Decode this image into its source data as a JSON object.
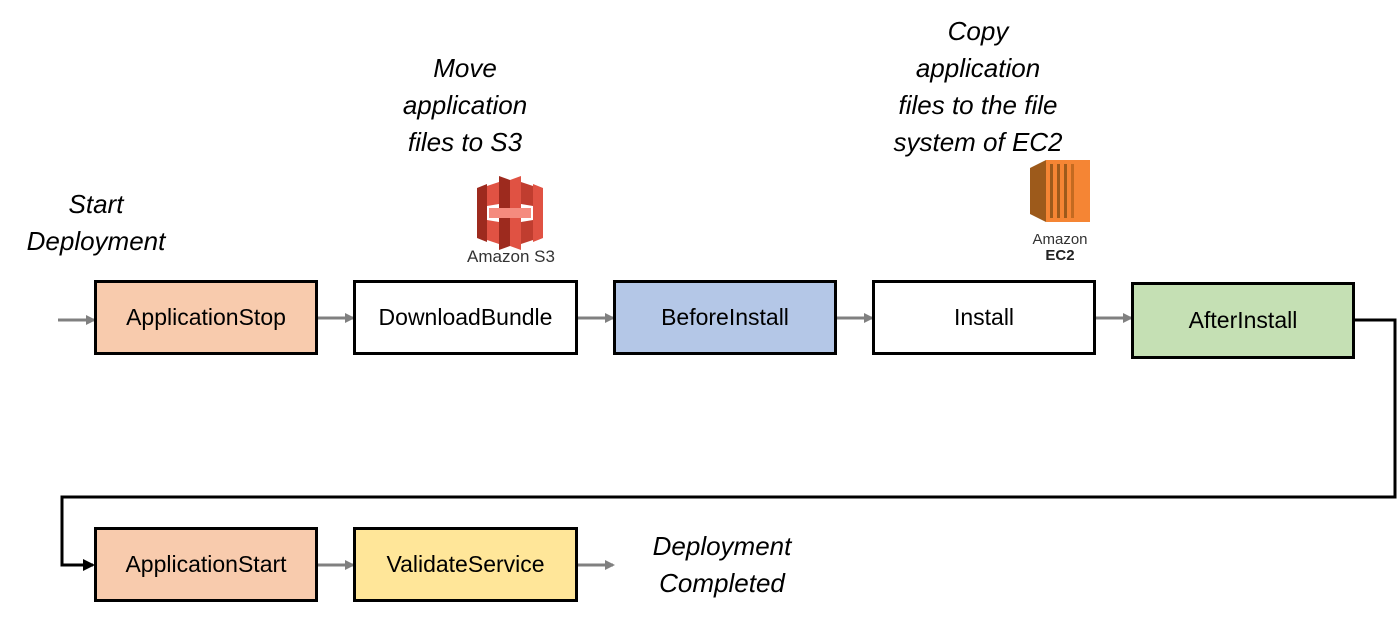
{
  "captions": {
    "start": [
      "Start",
      "Deployment"
    ],
    "move": [
      "Move",
      "application",
      "files to S3"
    ],
    "copy": [
      "Copy",
      "application",
      "files to the file",
      "system of EC2"
    ],
    "completed": [
      "Deployment",
      "Completed"
    ]
  },
  "stages": {
    "application_stop": "ApplicationStop",
    "download_bundle": "DownloadBundle",
    "before_install": "BeforeInstall",
    "install": "Install",
    "after_install": "AfterInstall",
    "application_start": "ApplicationStart",
    "validate_service": "ValidateService"
  },
  "logos": {
    "s3": {
      "label": "Amazon S3",
      "icon": "amazon-s3-icon"
    },
    "ec2": {
      "label_top": "Amazon",
      "label_bottom": "EC2",
      "icon": "amazon-ec2-icon"
    }
  },
  "colors": {
    "application_stop": "#f8cbad",
    "download_bundle": "#ffffff",
    "before_install": "#b4c7e7",
    "install": "#ffffff",
    "after_install": "#c5e0b4",
    "application_start": "#f8cbad",
    "validate_service": "#ffe699",
    "arrow": "#808080",
    "connector": "#000000",
    "s3_red": "#e05243",
    "ec2_orange": "#f58534"
  }
}
